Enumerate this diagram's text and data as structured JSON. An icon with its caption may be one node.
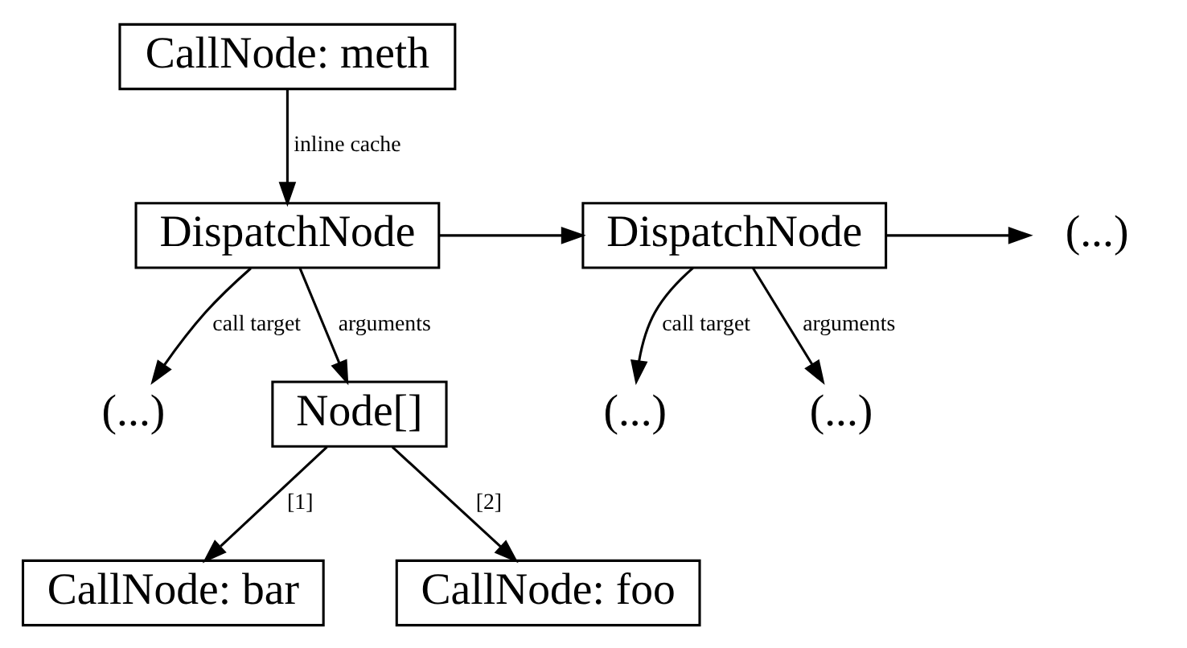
{
  "diagram": {
    "nodes": [
      {
        "text": [
          "CallNode: meth"
        ]
      },
      {
        "text": [
          "DispatchNode"
        ]
      },
      {
        "text": [
          "DispatchNode"
        ]
      },
      {
        "text": [
          "(...)"
        ]
      },
      {
        "text": [
          "(...)"
        ]
      },
      {
        "text": [
          "Node[]"
        ]
      },
      {
        "text": [
          "(...)"
        ]
      },
      {
        "text": [
          "(...)"
        ]
      },
      {
        "text": [
          "CallNode: bar"
        ]
      },
      {
        "text": [
          "CallNode: foo"
        ]
      }
    ],
    "edges": [
      {
        "from": 0,
        "to": 1,
        "arrow": "to",
        "label": "inline cache"
      },
      {
        "from": 1,
        "to": 2,
        "arrow": "to"
      },
      {
        "from": 2,
        "to": 3,
        "arrow": "to"
      },
      {
        "from": 1,
        "to": 4,
        "arrow": "to",
        "label": "call target"
      },
      {
        "from": 1,
        "to": 5,
        "arrow": "to",
        "label": "arguments"
      },
      {
        "from": 2,
        "to": 6,
        "arrow": "to",
        "label": "call target"
      },
      {
        "from": 2,
        "to": 7,
        "arrow": "to",
        "label": "arguments"
      },
      {
        "from": 5,
        "to": 8,
        "arrow": "to",
        "label": "[1]"
      },
      {
        "from": 5,
        "to": 9,
        "arrow": "to",
        "label": "[2]"
      }
    ]
  }
}
